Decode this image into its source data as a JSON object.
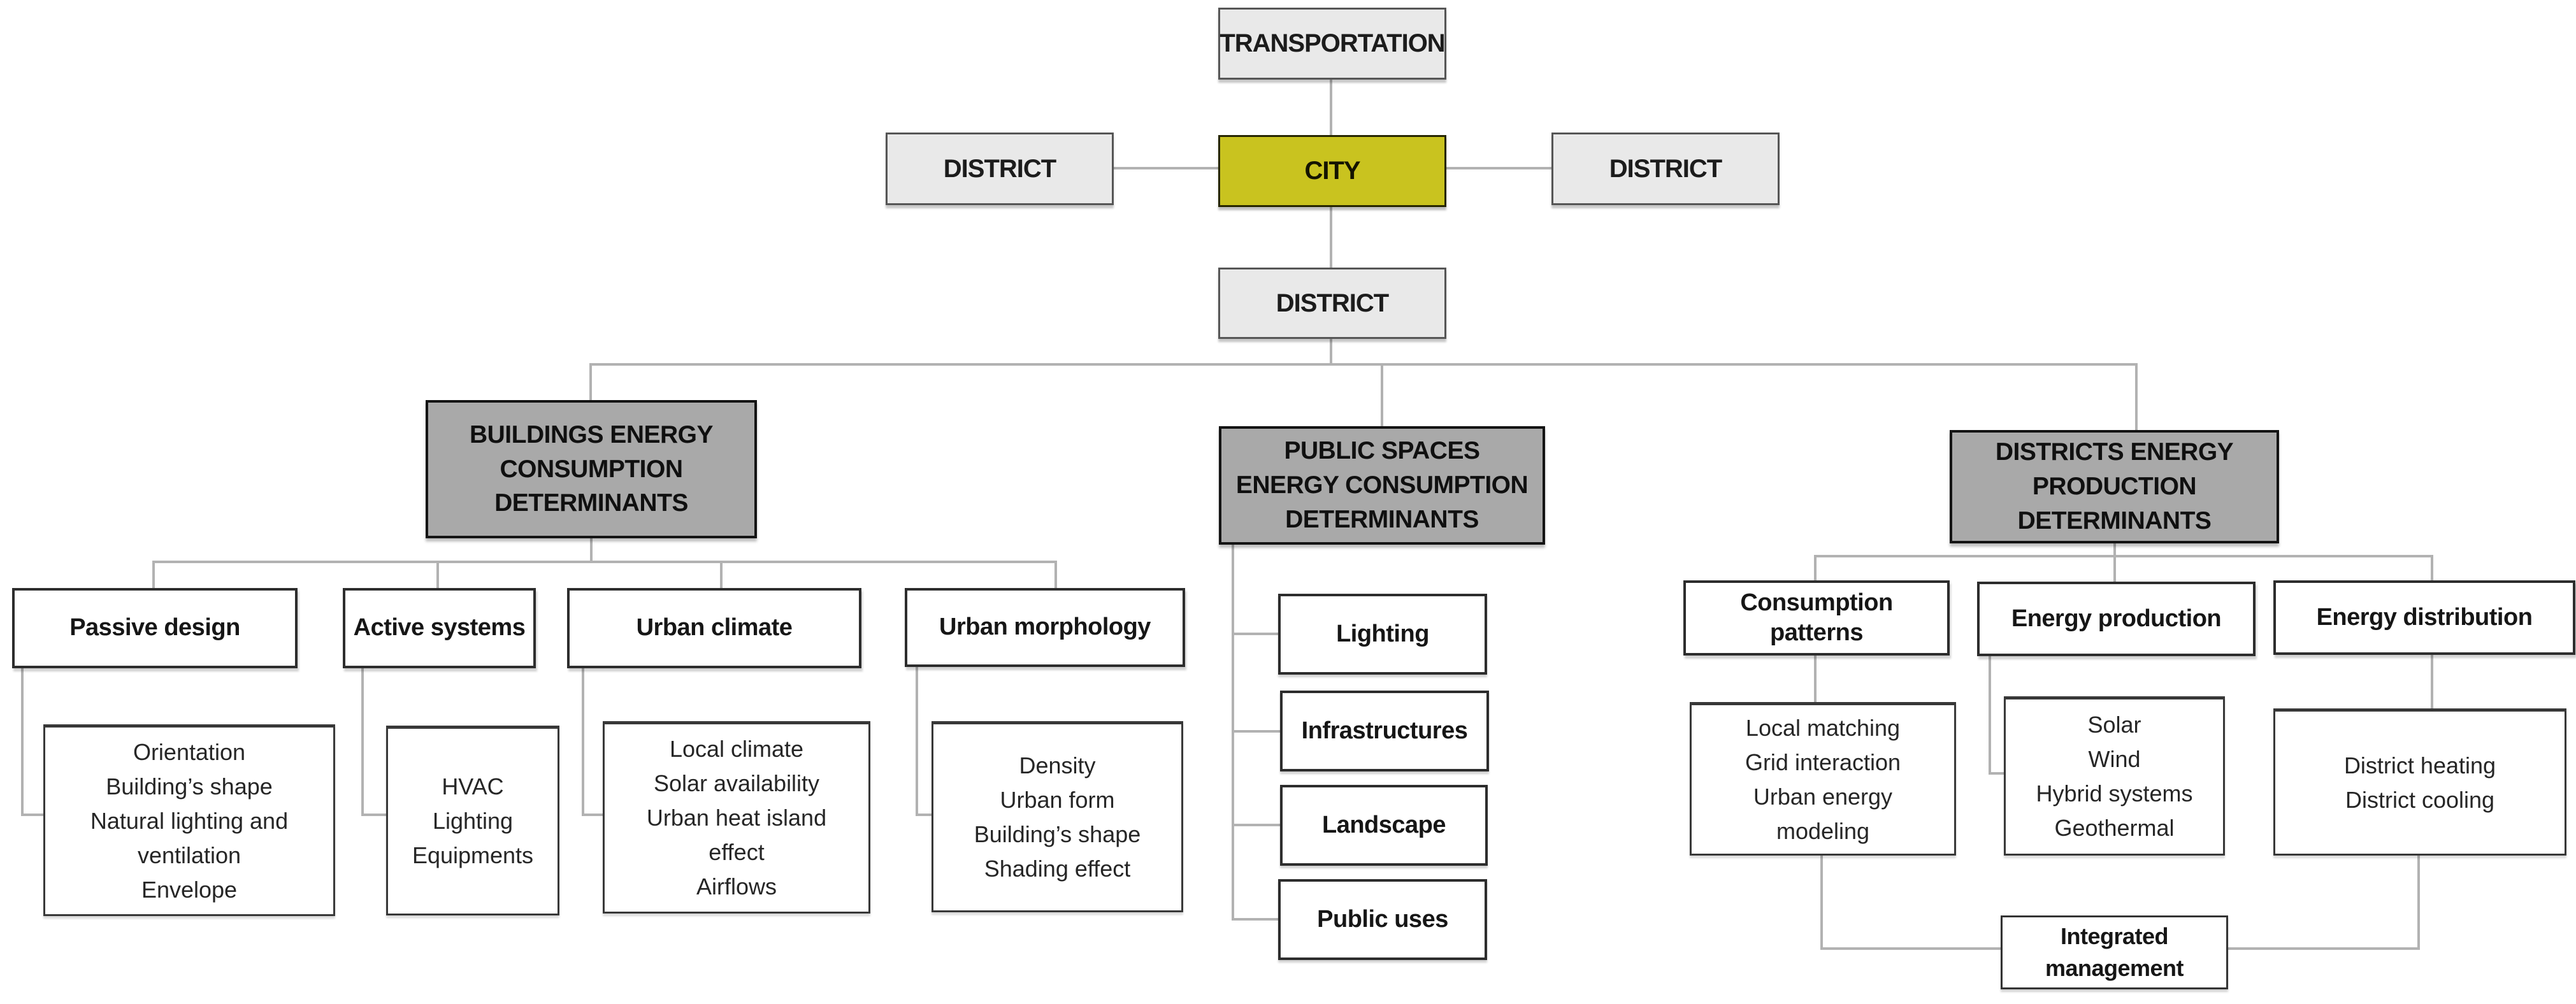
{
  "colors": {
    "background": "#ffffff",
    "light_node_fill": "#e9e9e9",
    "city_fill": "#c9c31f",
    "branch_header_fill": "#a9a9a9",
    "white_node_fill": "#ffffff",
    "connector": "#b2b2b2",
    "text": "#1b1b1b"
  },
  "nodes": {
    "transportation": {
      "label": "TRANSPORTATION"
    },
    "district_left": {
      "label": "DISTRICT"
    },
    "city": {
      "label": "CITY"
    },
    "district_right": {
      "label": "DISTRICT"
    },
    "district_center": {
      "label": "DISTRICT"
    }
  },
  "buildings": {
    "header": [
      "BUILDINGS ENERGY",
      "CONSUMPTION",
      "DETERMINANTS"
    ],
    "categories": {
      "passive": {
        "label": "Passive design",
        "items": [
          "Orientation",
          "Building’s shape",
          "Natural lighting and ventilation",
          "Envelope"
        ]
      },
      "active": {
        "label": "Active systems",
        "items": [
          "HVAC",
          "Lighting",
          "Equipments"
        ]
      },
      "climate": {
        "label": "Urban climate",
        "items": [
          "Local climate",
          "Solar availability",
          "Urban heat island effect",
          "Airflows"
        ]
      },
      "morphology": {
        "label": "Urban morphology",
        "items": [
          "Density",
          "Urban form",
          "Building’s shape",
          "Shading effect"
        ]
      }
    }
  },
  "public_spaces": {
    "header": [
      "PUBLIC SPACES",
      "ENERGY CONSUMPTION",
      "DETERMINANTS"
    ],
    "items": [
      "Lighting",
      "Infrastructures",
      "Landscape",
      "Public uses"
    ]
  },
  "districts": {
    "header": [
      "DISTRICTS ENERGY",
      "PRODUCTION",
      "DETERMINANTS"
    ],
    "categories": {
      "consumption": {
        "label": "Consumption patterns",
        "items": [
          "Local matching",
          "Grid interaction",
          "Urban energy modeling"
        ]
      },
      "production": {
        "label": "Energy production",
        "items": [
          "Solar",
          "Wind",
          "Hybrid systems",
          "Geothermal"
        ]
      },
      "distribution": {
        "label": "Energy distribution",
        "items": [
          "District heating",
          "District cooling"
        ]
      }
    },
    "footer": {
      "label": "Integrated management"
    }
  }
}
